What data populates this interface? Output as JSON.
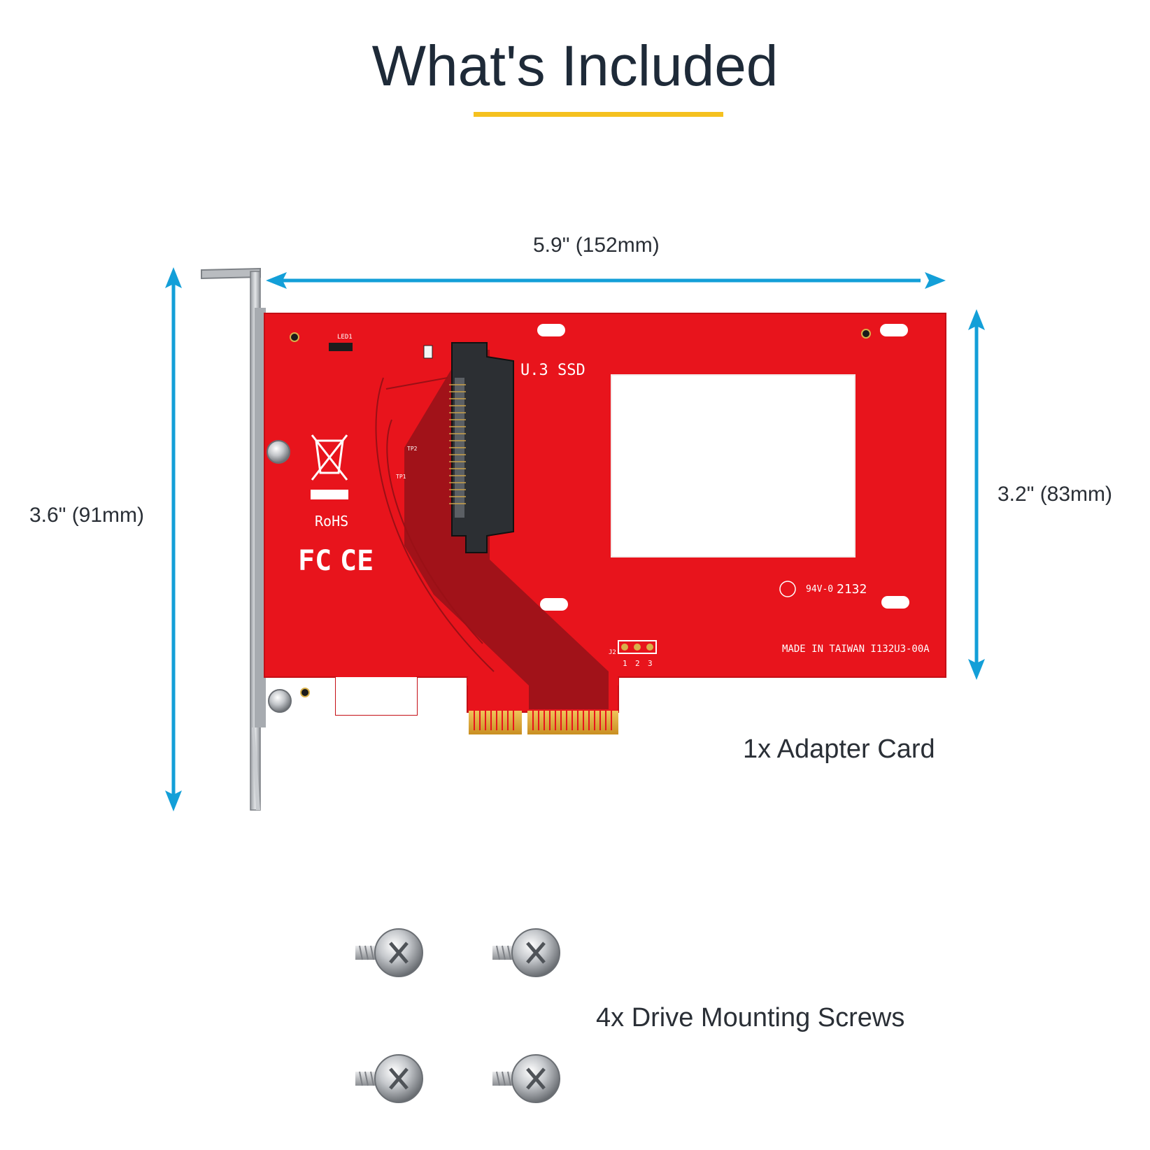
{
  "header": {
    "title": "What's Included",
    "underline_color": "#f5c11f"
  },
  "dimensions": {
    "width_label": "5.9\" (152mm)",
    "height_label": "3.6\" (91mm)",
    "card_height_label": "3.2\" (83mm)",
    "arrow_color": "#139fd8"
  },
  "card": {
    "pcb_color": "#e8141c",
    "connector_label": "U.3 SSD",
    "rohs_label": "RoHS",
    "fc_label": "FC",
    "ce_label": "CE",
    "rating_label": "94V-0",
    "date_code": "2132",
    "made_in_label": "MADE IN TAIWAN I132U3-00A",
    "led_label": "LED1",
    "j2_label": "J2",
    "pin_labels": [
      "1",
      "2",
      "3"
    ],
    "tp_labels": [
      "TP2",
      "TP1"
    ]
  },
  "items": [
    {
      "caption": "1x  Adapter Card"
    },
    {
      "caption": "4x Drive Mounting Screws"
    }
  ]
}
